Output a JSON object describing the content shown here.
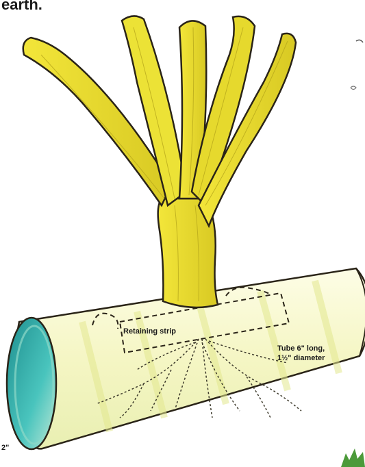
{
  "heading_fragment": "earth.",
  "labels": {
    "retaining_strip": "Retaining strip",
    "tube_line1": "Tube 6\" long,",
    "tube_line2": "1½\" diameter",
    "edge_measure": "2\""
  },
  "colors": {
    "leaf_yellow": "#e9e02a",
    "leaf_shadow": "#c9b81a",
    "tube_body": "#fbfbd8",
    "tube_stripe": "#eef0a8",
    "tube_inner": "#3bb6b3",
    "outline": "#2a2418",
    "grass": "#4c9a3a"
  }
}
